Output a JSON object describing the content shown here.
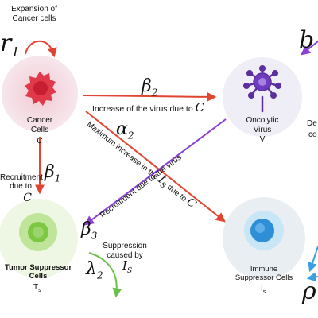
{
  "labels": {
    "expansion": "Expansion of\nCancer cells",
    "r1": "r",
    "r1_sub": "1",
    "b": "b",
    "rho": "ρ",
    "beta2": "β",
    "beta2_sub": "2",
    "beta1": "β",
    "beta1_sub": "1",
    "beta3": "β",
    "beta3_sub": "3",
    "alpha2": "α",
    "alpha2_sub": "2",
    "lambda2": "λ",
    "lambda2_sub": "2",
    "increase_virus": "Increase of the virus due to ",
    "increase_virus_var": "C",
    "max_increase": "Maximum increase in the ",
    "max_increase_var": "I",
    "max_increase_var_sub": "S",
    "max_increase_tail": " due to ",
    "max_increase_var2": "C",
    "recruit_virus": "Recruitment  due to the virus",
    "recruit_c": "Recruitment\ndue to ",
    "recruit_c_var": "C",
    "suppression": "Suppression\ncaused by",
    "suppression_var": "I",
    "suppression_var_sub": "S",
    "de_partial": "De",
    "co_partial": "co"
  },
  "nodes": {
    "cancer": {
      "name": "Cancer\nCells",
      "symbol": "C"
    },
    "virus": {
      "name": "Oncolytic\nVirus",
      "symbol": "V"
    },
    "tumor": {
      "name": "Tumor Suppressor\nCells",
      "symbol": "T",
      "symbol_sub": "s"
    },
    "immune": {
      "name": "Immune\nSuppressor Cells",
      "symbol": "I",
      "symbol_sub": "s"
    }
  },
  "colors": {
    "red_arrow": "#e0452f",
    "purple_arrow": "#8a3fd6",
    "green_arrow": "#6cc04a",
    "blue_arrow": "#3aa0e0",
    "cancer_bg": "#f6e7ec",
    "virus_bg": "#efedf5",
    "tumor_bg": "#eef6e4",
    "immune_bg": "#e9eef3"
  }
}
